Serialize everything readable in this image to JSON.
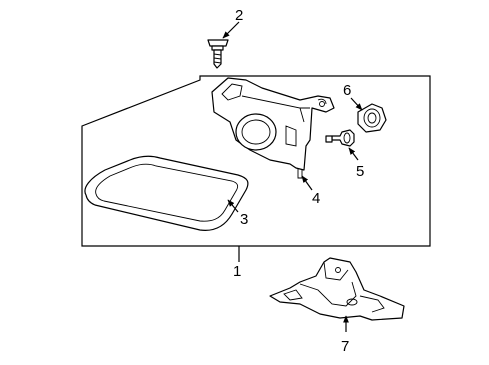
{
  "diagram": {
    "callouts": [
      {
        "id": "1",
        "text": "1"
      },
      {
        "id": "2",
        "text": "2"
      },
      {
        "id": "3",
        "text": "3"
      },
      {
        "id": "4",
        "text": "4"
      },
      {
        "id": "5",
        "text": "5"
      },
      {
        "id": "6",
        "text": "6"
      },
      {
        "id": "7",
        "text": "7"
      }
    ],
    "parts": [
      {
        "callout": "1",
        "name": "headlamp-assembly"
      },
      {
        "callout": "2",
        "name": "screw"
      },
      {
        "callout": "3",
        "name": "lens"
      },
      {
        "callout": "4",
        "name": "housing"
      },
      {
        "callout": "5",
        "name": "bulb"
      },
      {
        "callout": "6",
        "name": "socket"
      },
      {
        "callout": "7",
        "name": "mounting-bracket"
      }
    ]
  }
}
